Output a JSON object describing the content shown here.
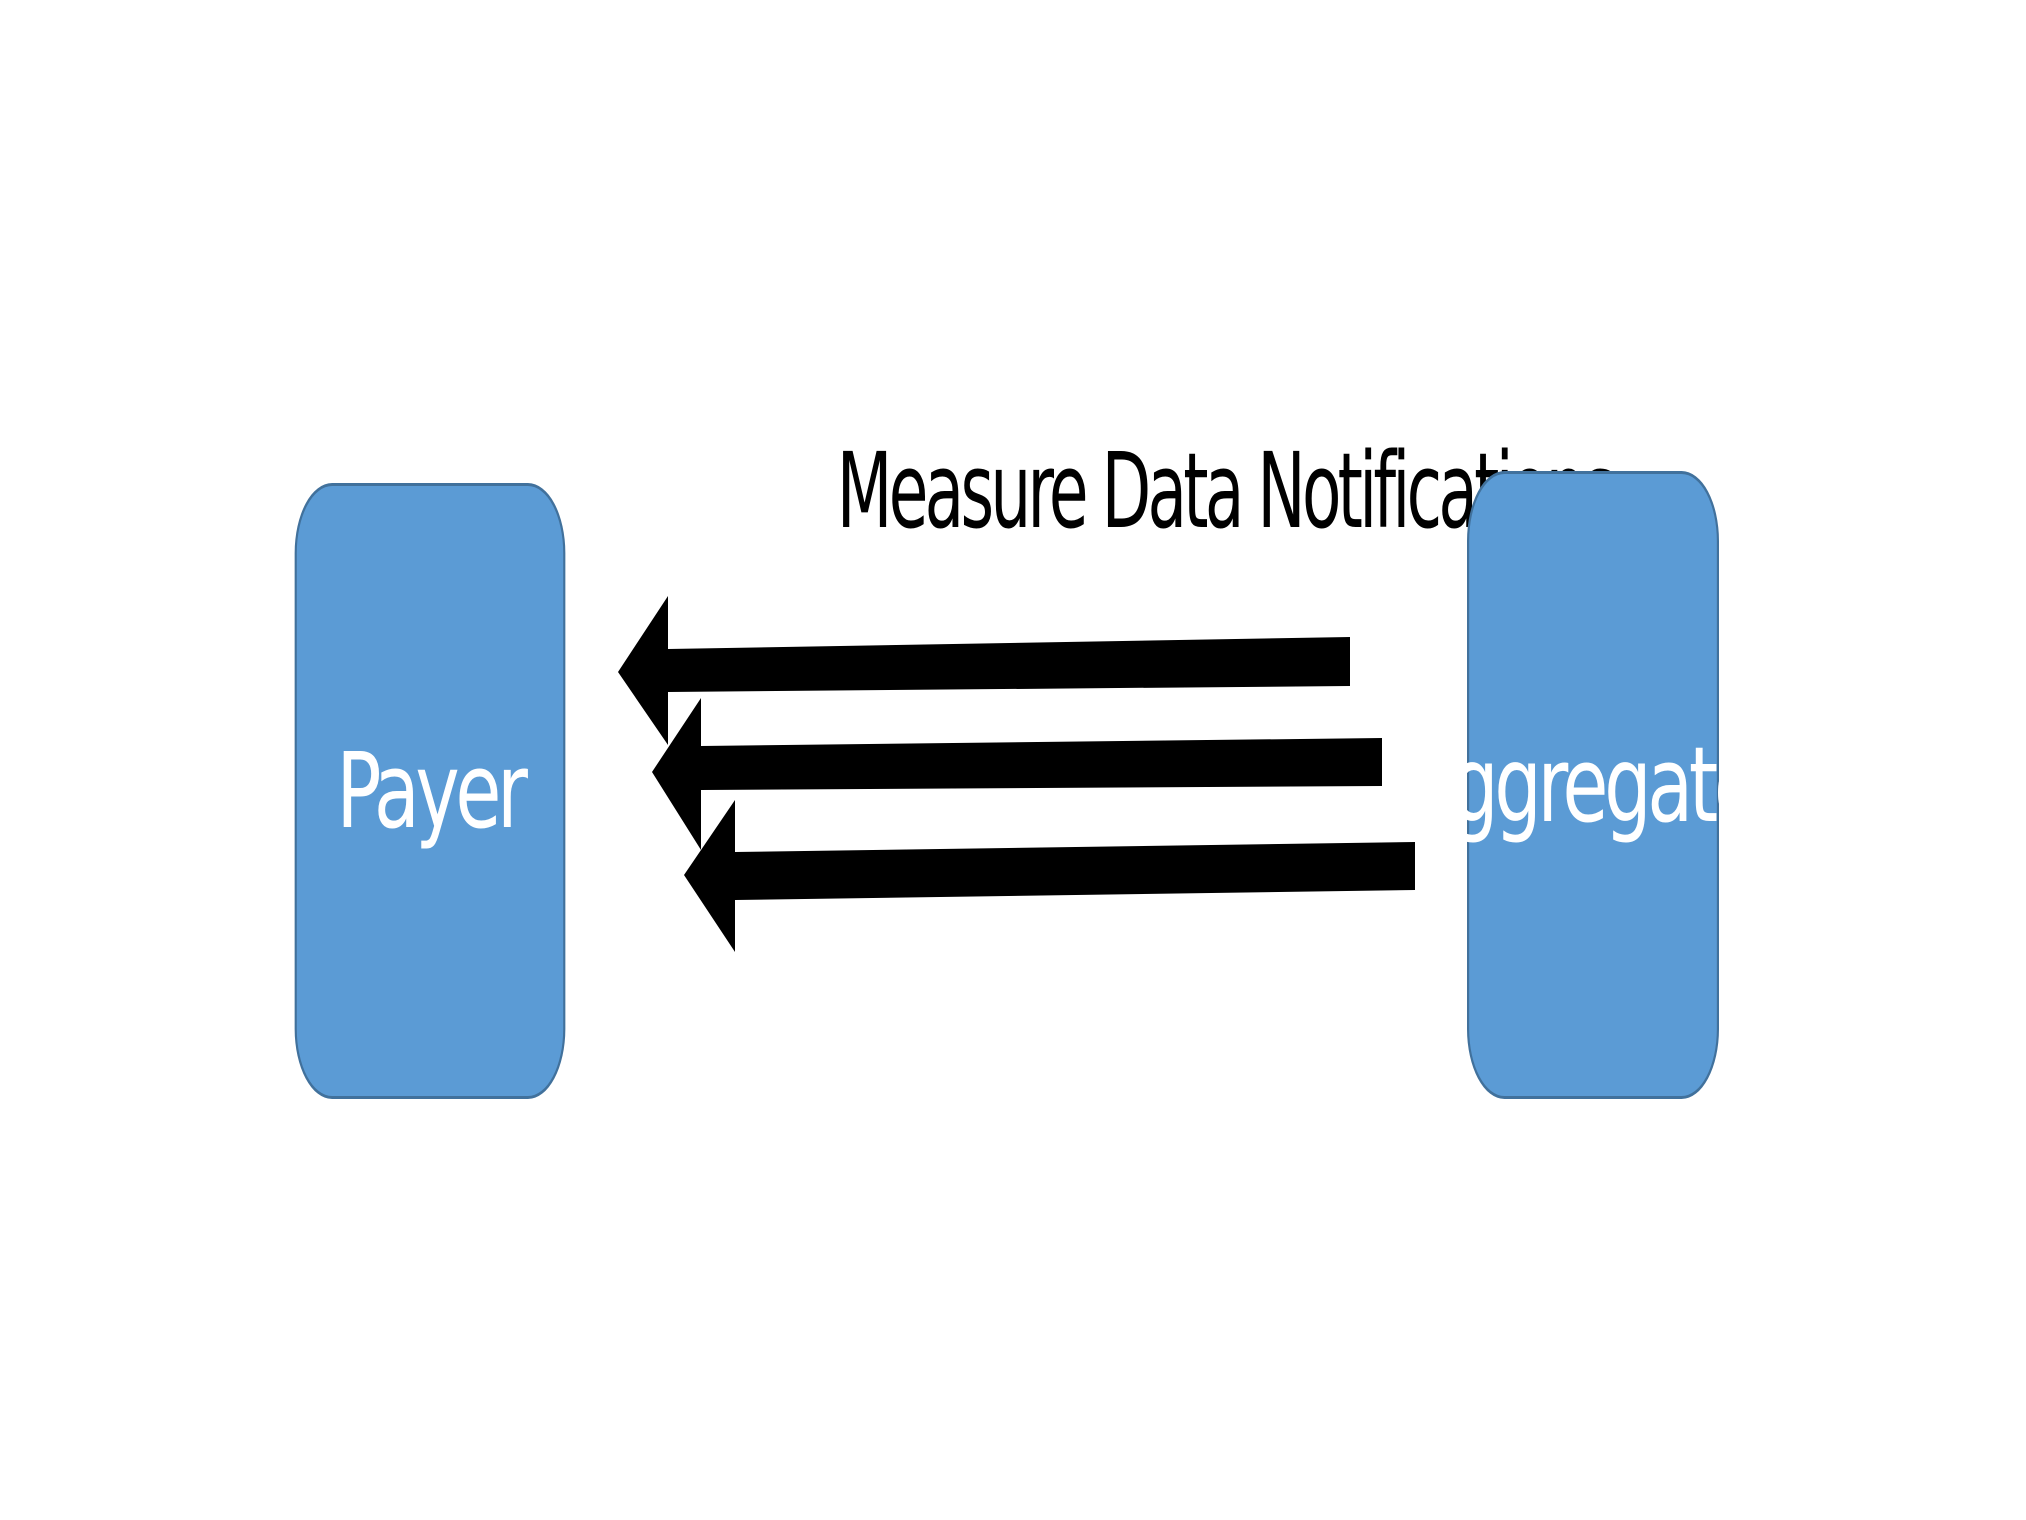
{
  "nodes": {
    "payer": {
      "label": "Payer"
    },
    "aggregator": {
      "label": "Aggregator"
    }
  },
  "edge": {
    "label": "Measure Data Notifications",
    "count": 3,
    "direction": "aggregator-to-payer"
  },
  "colors": {
    "node_fill": "#5b9bd5",
    "node_border": "#41719c",
    "node_text": "#ffffff",
    "arrow": "#000000",
    "label_text": "#000000"
  }
}
